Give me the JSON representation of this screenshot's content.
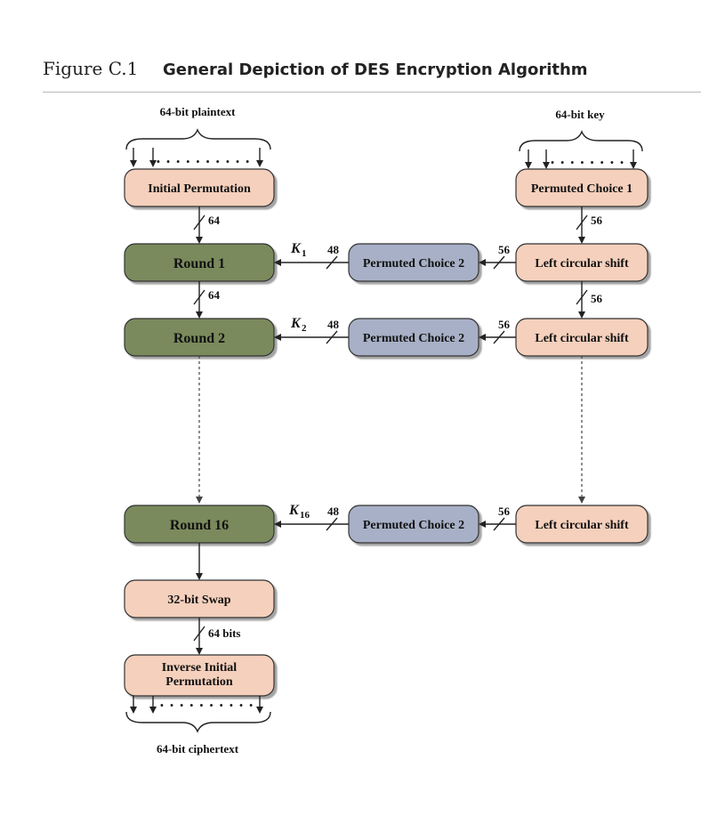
{
  "figure": {
    "number": "Figure C.1",
    "title": "General Depiction of DES Encryption Algorithm"
  },
  "diagram": {
    "plaintext_label": "64-bit plaintext",
    "key_label": "64-bit key",
    "ciphertext_label": "64-bit ciphertext",
    "initial_permutation": "Initial Permutation",
    "permuted_choice_1": "Permuted Choice 1",
    "round_1": "Round 1",
    "round_2": "Round 2",
    "round_16": "Round 16",
    "permuted_choice_2": "Permuted Choice 2",
    "left_circular_shift": "Left circular shift",
    "swap": "32-bit Swap",
    "inverse_line1": "Inverse Initial",
    "inverse_line2": "Permutation",
    "bits_64": "64",
    "bits_56": "56",
    "bits_48": "48",
    "bits_64_bits": "64 bits",
    "k": "K",
    "k1_sub": "1",
    "k2_sub": "2",
    "k16_sub": "16"
  },
  "colors": {
    "peach": "#f5d0bc",
    "green": "#7a8a5c",
    "blue": "#a7b0c6",
    "stroke": "#333333"
  }
}
